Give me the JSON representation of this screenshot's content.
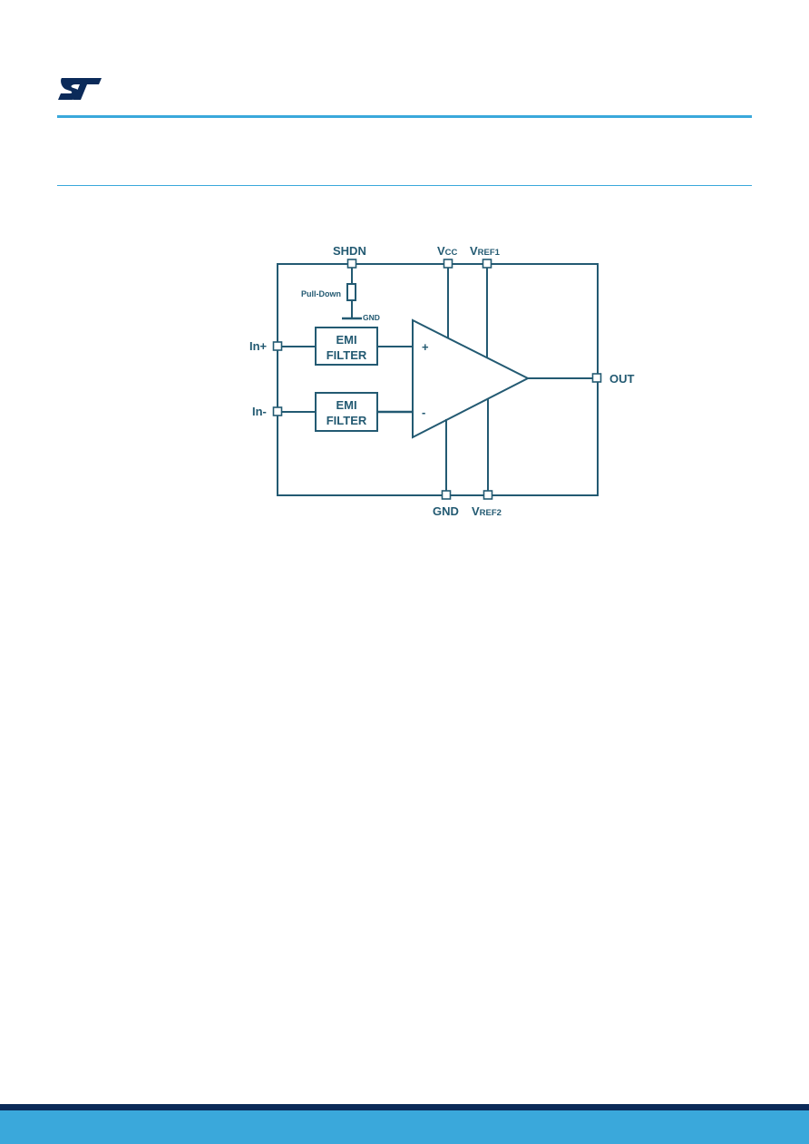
{
  "header": {
    "logo_icon": "st-logo-icon",
    "logo_color": "#0b2a59",
    "rule_color": "#3aa8db"
  },
  "diagram": {
    "stroke_color": "#235a72",
    "pins": {
      "shdn": "SHDN",
      "vcc_main": "V",
      "vcc_sub": "CC",
      "vref1_main": "V",
      "vref1_sub": "REF1",
      "in_plus": "In+",
      "in_minus": "In-",
      "out": "OUT",
      "gnd": "GND",
      "vref2_main": "V",
      "vref2_sub": "REF2"
    },
    "pull_down": "Pull-Down",
    "pull_down_gnd": "GND",
    "filter1": {
      "line1": "EMI",
      "line2": "FILTER"
    },
    "filter2": {
      "line1": "EMI",
      "line2": "FILTER"
    },
    "opamp": {
      "plus": "+",
      "minus": "-"
    }
  },
  "footer": {
    "dark_color": "#0b2a59",
    "light_color": "#3aa8db"
  }
}
